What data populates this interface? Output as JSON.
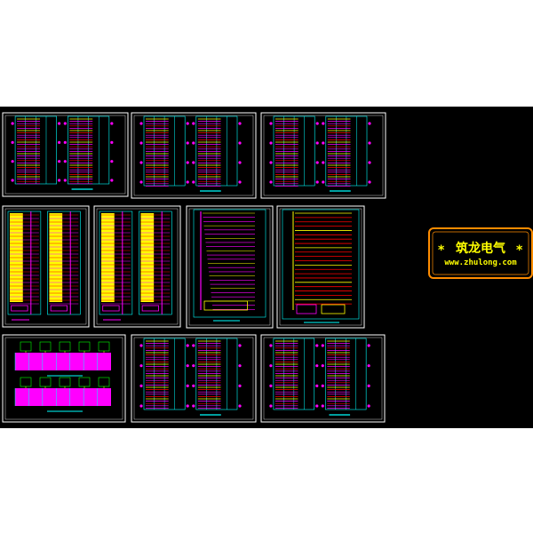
{
  "watermark": {
    "title": "筑龙电气",
    "star_left": "*",
    "star_right": "*",
    "url": "www.zhulong.com",
    "text_color": "#ffff00",
    "border_color": "#ff8c00"
  },
  "colors": {
    "background": "#000000",
    "sheet_border": "#ffffff",
    "cyan": "#00ffff",
    "magenta": "#ff00ff",
    "yellow": "#ffff00",
    "red": "#ff0000",
    "green": "#00ff00",
    "blue": "#0000ff"
  },
  "sheets": [
    {
      "id": "sheet-1",
      "style": "two-column-schedule"
    },
    {
      "id": "sheet-2",
      "style": "two-column-schedule"
    },
    {
      "id": "sheet-3",
      "style": "two-column-schedule"
    },
    {
      "id": "sheet-4",
      "style": "yellow-riser"
    },
    {
      "id": "sheet-5",
      "style": "yellow-riser"
    },
    {
      "id": "sheet-6",
      "style": "stair-riser"
    },
    {
      "id": "sheet-7",
      "style": "red-riser"
    },
    {
      "id": "sheet-8",
      "style": "magenta-panels"
    },
    {
      "id": "sheet-9",
      "style": "two-column-schedule"
    },
    {
      "id": "sheet-10",
      "style": "two-column-schedule"
    }
  ]
}
